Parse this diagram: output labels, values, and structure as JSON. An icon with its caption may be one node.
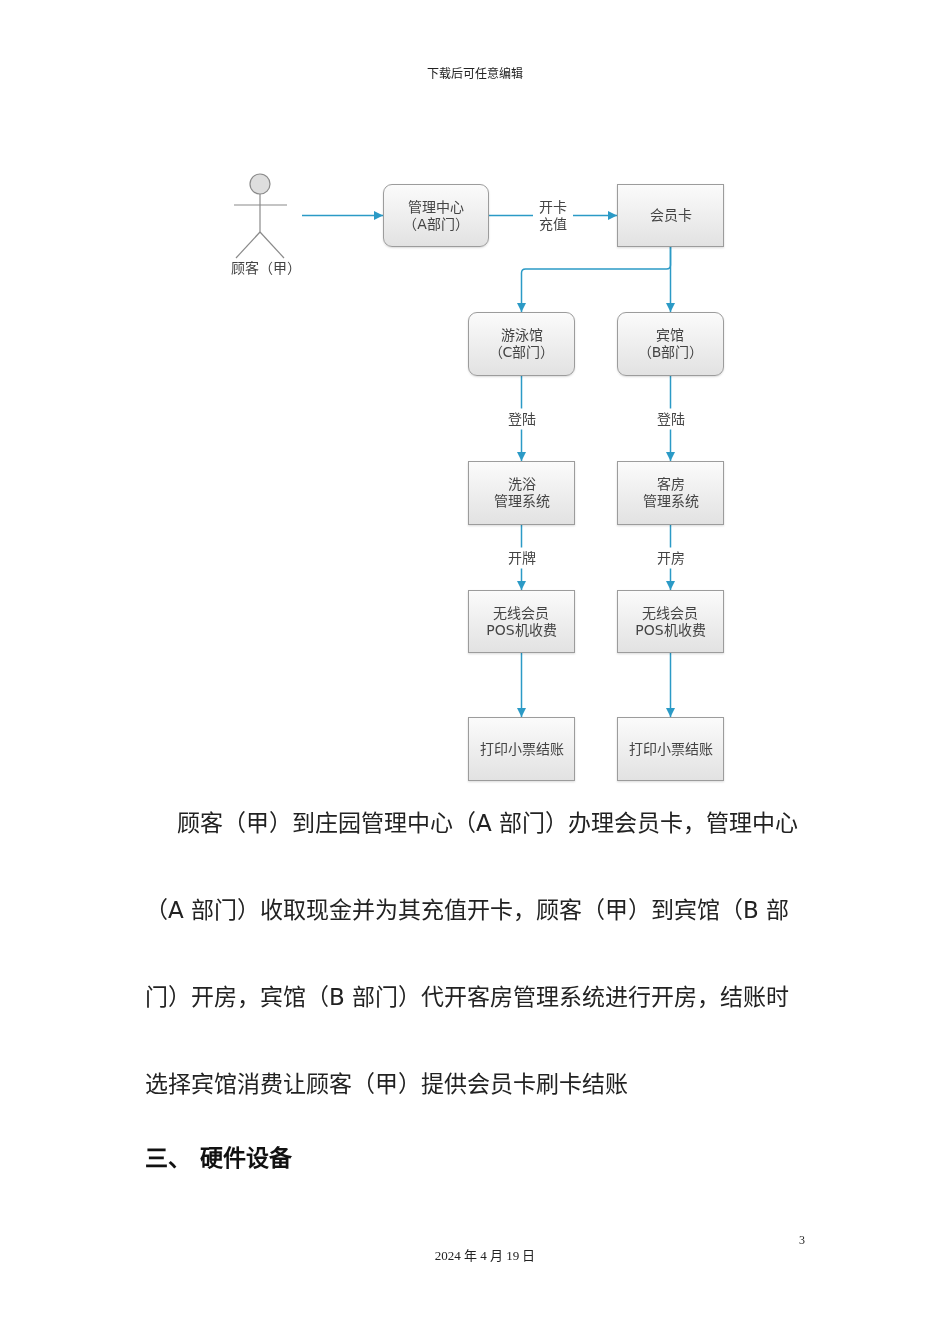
{
  "diagram": {
    "nodes": [
      {
        "text": [
          "顾客（甲）"
        ]
      },
      {
        "text": [
          "管理中心（A部门）"
        ]
      },
      {
        "text": [
          "会员卡"
        ]
      },
      {
        "text": [
          "游泳馆（C部门）"
        ]
      },
      {
        "text": [
          "宾馆（B部门）"
        ]
      },
      {
        "text": [
          "洗浴管理系统"
        ]
      },
      {
        "text": [
          "客房管理系统"
        ]
      },
      {
        "text": [
          "无线会员POS机收费"
        ]
      },
      {
        "text": [
          "无线会员POS机收费"
        ]
      },
      {
        "text": [
          "打印小票结账"
        ]
      },
      {
        "text": [
          "打印小票结账"
        ]
      }
    ],
    "edges": [
      {
        "from": 0,
        "to": 1,
        "arrow": "to"
      },
      {
        "from": 1,
        "to": 2,
        "arrow": "to",
        "label": "开卡充值"
      },
      {
        "from": 2,
        "to": 3,
        "arrow": "to"
      },
      {
        "from": 2,
        "to": 4,
        "arrow": "to"
      },
      {
        "from": 3,
        "to": 5,
        "arrow": "to",
        "label": "登陆"
      },
      {
        "from": 4,
        "to": 6,
        "arrow": "to",
        "label": "登陆"
      },
      {
        "from": 5,
        "to": 7,
        "arrow": "to",
        "label": "开牌"
      },
      {
        "from": 6,
        "to": 8,
        "arrow": "to",
        "label": "开房"
      },
      {
        "from": 7,
        "to": 9,
        "arrow": "to"
      },
      {
        "from": 8,
        "to": 10,
        "arrow": "to"
      }
    ],
    "labels": [
      "下载后可任意编辑",
      "顾客（甲）到庄园管理中心（A 部门）办理会员卡，管理中心（A 部门）收取现金并为其充值开卡，顾客（甲）到宾馆（B 部门）开房，宾馆（B 部门）代开客房管理系统进行开房，结账时选择宾馆消费让顾客（甲）提供会员卡刷卡结账",
      "三、",
      "硬件设备",
      "3",
      "2024 年 4 月 19 日"
    ]
  }
}
